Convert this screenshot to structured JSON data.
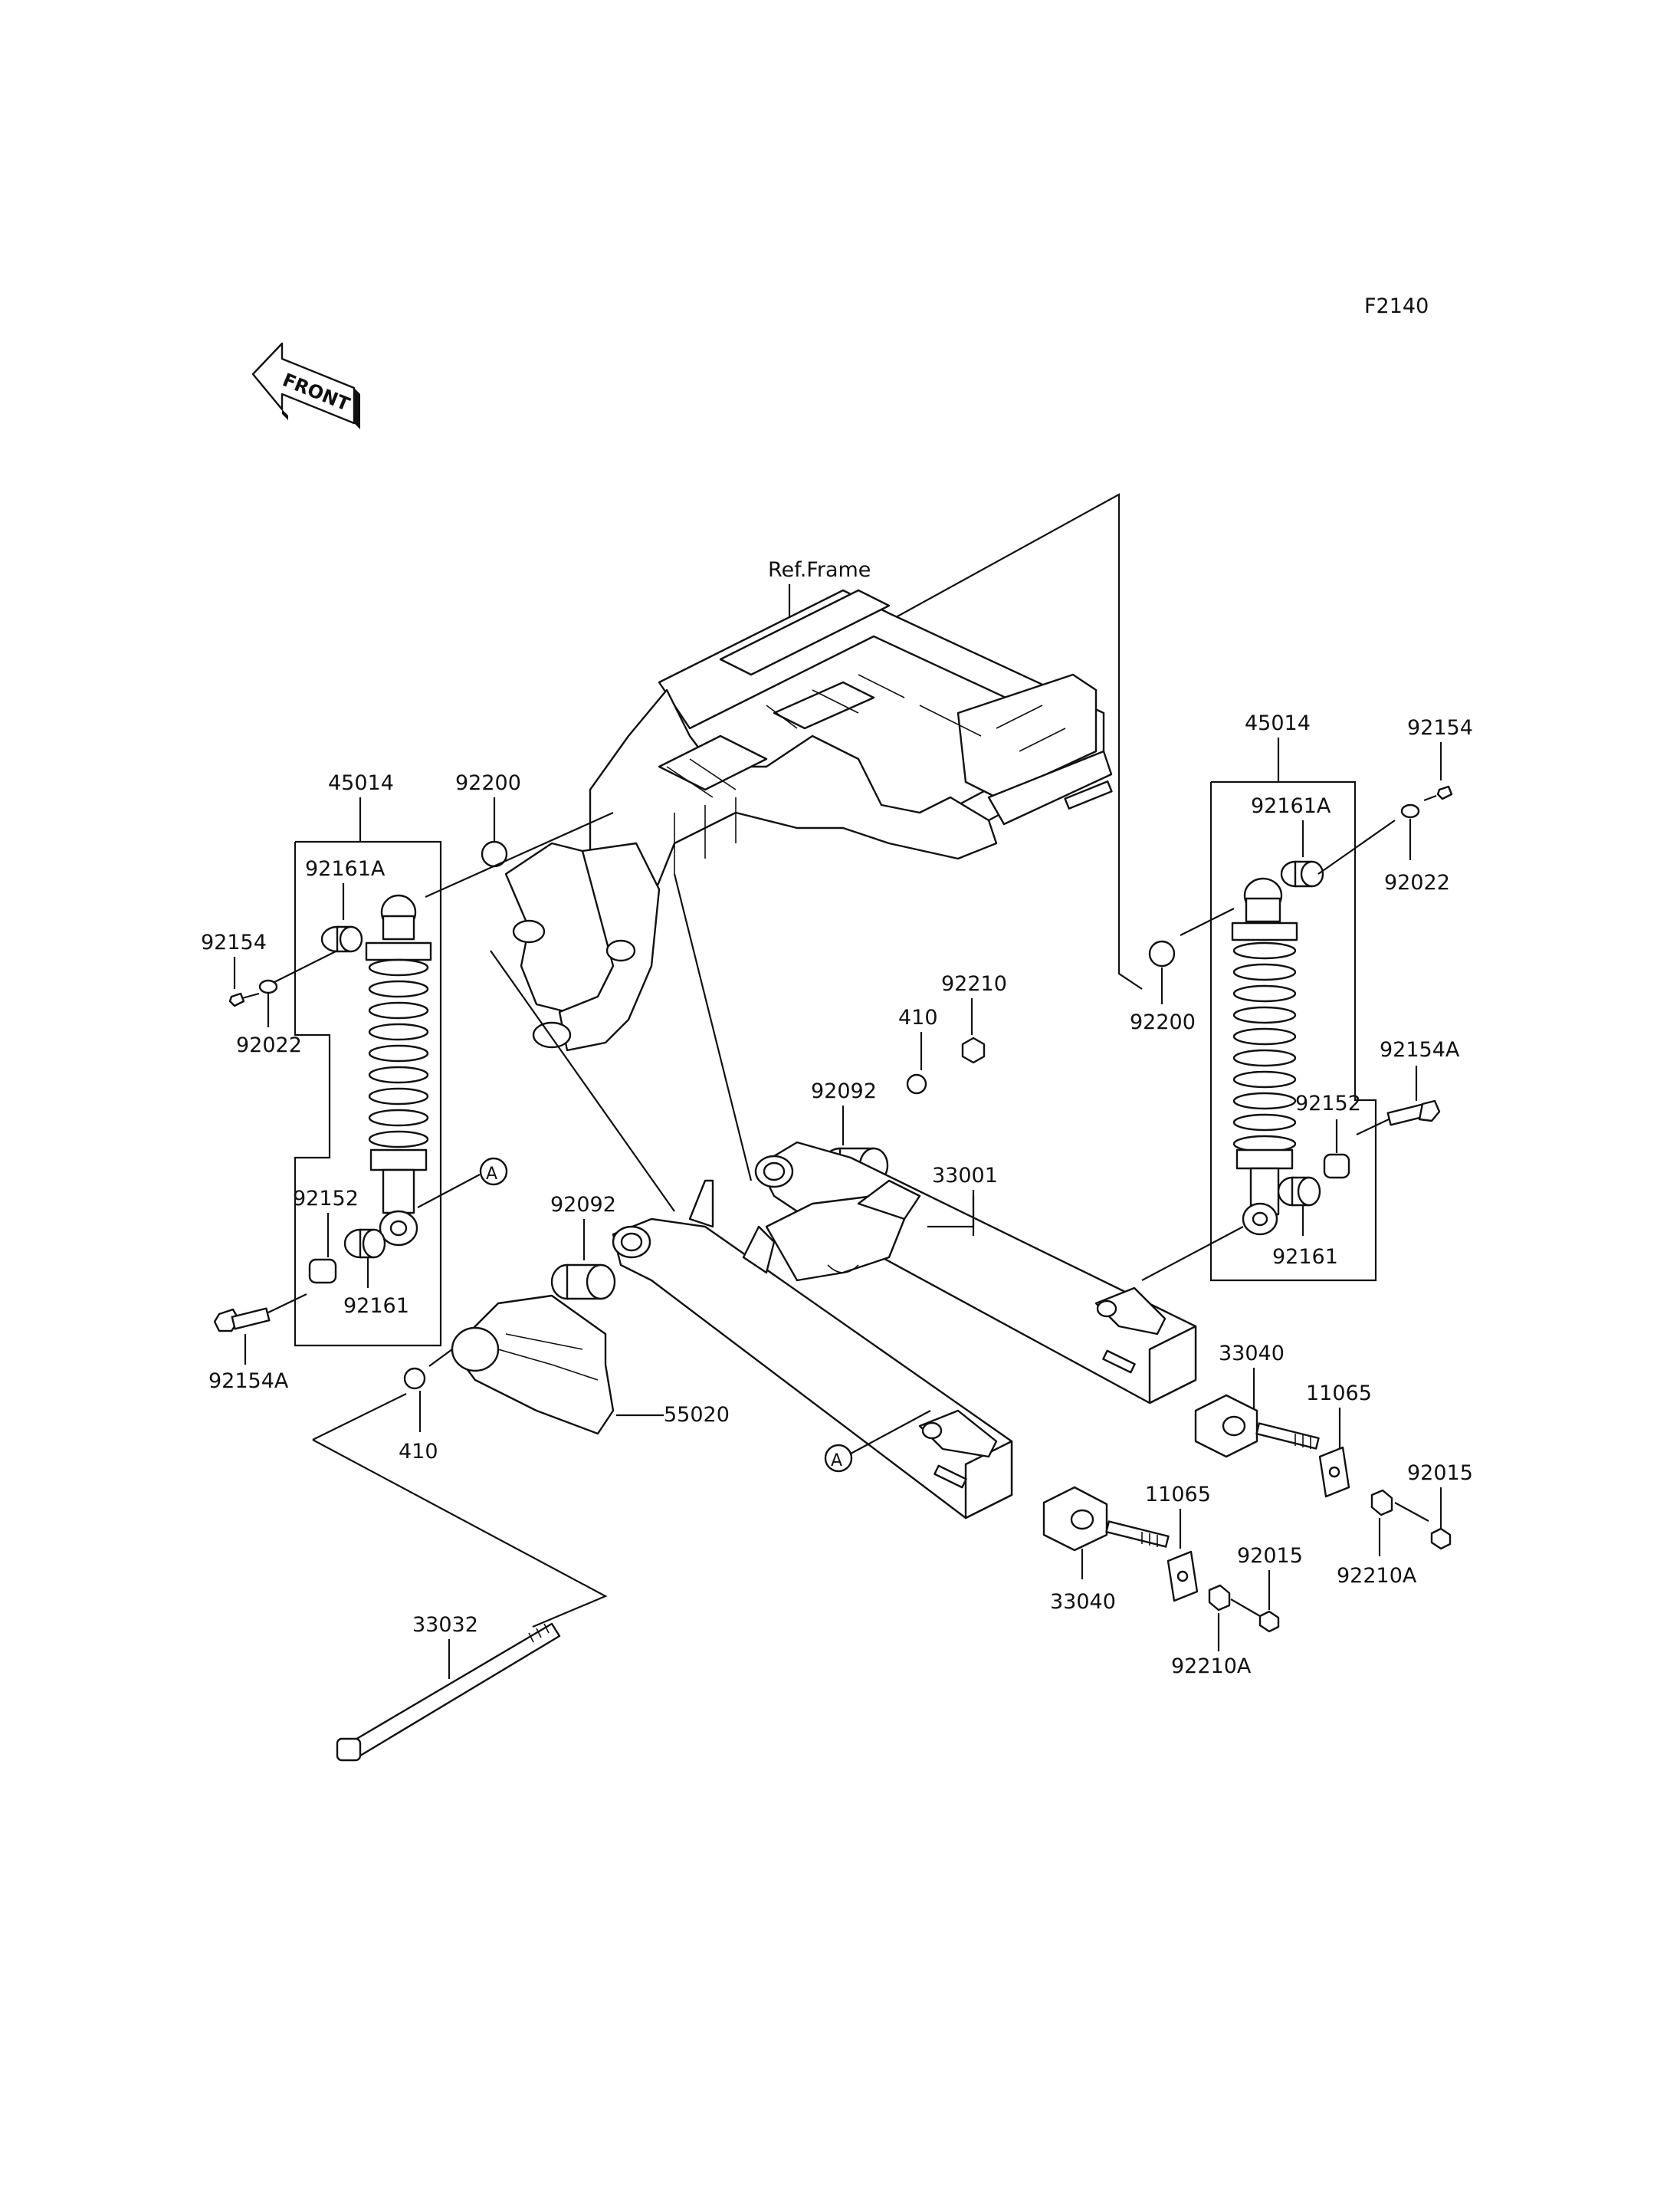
{
  "figure_code": "F2140",
  "front_marker": "FRONT",
  "callout_letter": "A",
  "labels": {
    "ref_frame": "Ref.Frame",
    "left_shock_assy": "45014",
    "left_shock_bushing_upper": "92161A",
    "left_bolt_small": "92154",
    "left_washer_small": "92022",
    "left_washer_upper": "92200",
    "left_collar": "92152",
    "left_bushing_lower": "92161",
    "left_bolt_lower": "92154A",
    "right_shock_assy": "45014",
    "right_bolt_small": "92154",
    "right_shock_bushing_upper": "92161A",
    "right_washer_small": "92022",
    "right_washer_upper": "92200",
    "right_bolt_lower": "92154A",
    "right_collar": "92152",
    "right_bushing_lower": "92161",
    "pivot_nut": "92210",
    "pivot_washer_right": "410",
    "pivot_bushing_right": "92092",
    "swingarm": "33001",
    "pivot_bushing_left": "92092",
    "chain_cover": "55020",
    "pivot_washer_left": "410",
    "pivot_shaft": "33032",
    "adjuster_right": "33040",
    "plate_right": "11065",
    "nut_right_end": "92015",
    "nut_right_flange": "92210A",
    "adjuster_left": "33040",
    "plate_left": "11065",
    "nut_left_end": "92015",
    "nut_left_flange": "92210A"
  }
}
